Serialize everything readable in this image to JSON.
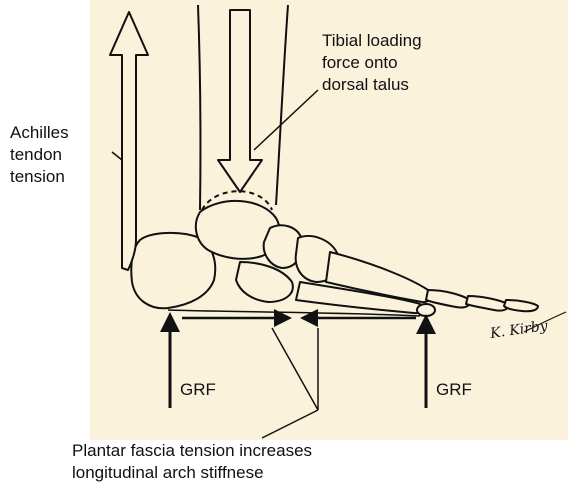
{
  "colors": {
    "panel": "#fbf2dc",
    "ink": "#111111"
  },
  "labels": {
    "tibial_line1": "Tibial loading",
    "tibial_line2": "force onto",
    "tibial_line3": "dorsal talus",
    "achilles_line1": "Achilles",
    "achilles_line2": "tendon",
    "achilles_line3": "tension",
    "grf_left": "GRF",
    "grf_right": "GRF",
    "plantar_line1": "Plantar fascia tension increases",
    "plantar_line2": "longitudinal arch stiffnese",
    "signature": "K. Kirby"
  }
}
